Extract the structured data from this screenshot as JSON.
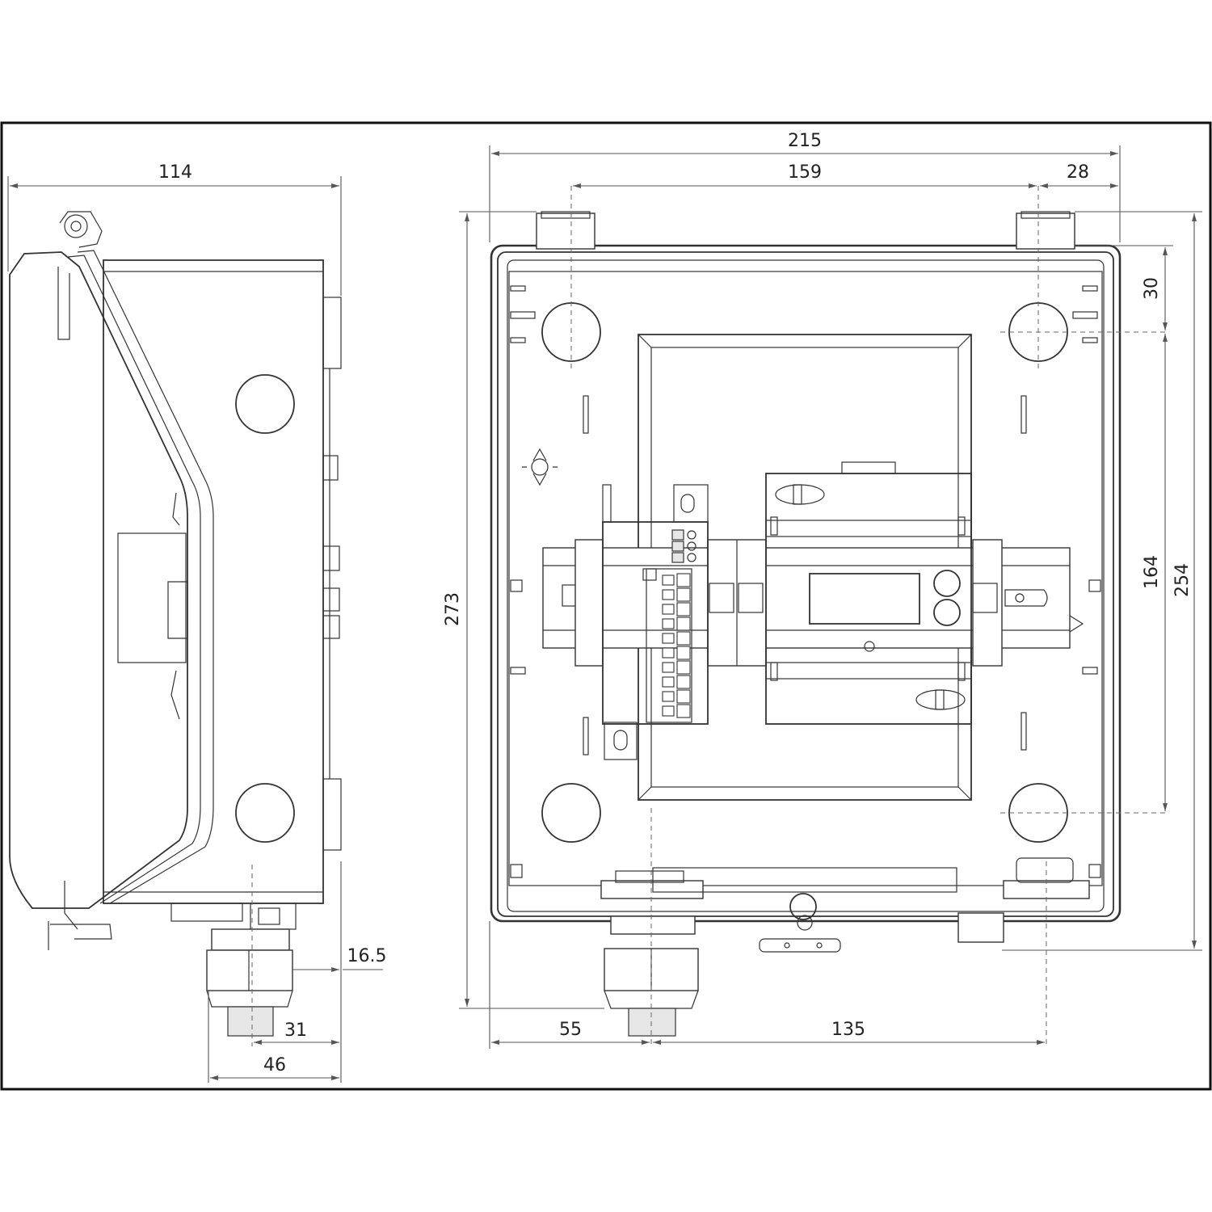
{
  "dimensions": {
    "side_width": "114",
    "gland_offset": "16.5",
    "gland_center": "31",
    "gland_width": "46",
    "front_width": "215",
    "hinge_spacing": "159",
    "hinge_edge": "28",
    "front_height": "273",
    "mount_spacing": "164",
    "inner_height": "254",
    "mount_offset": "30",
    "gland_left": "55",
    "gland_right": "135"
  }
}
